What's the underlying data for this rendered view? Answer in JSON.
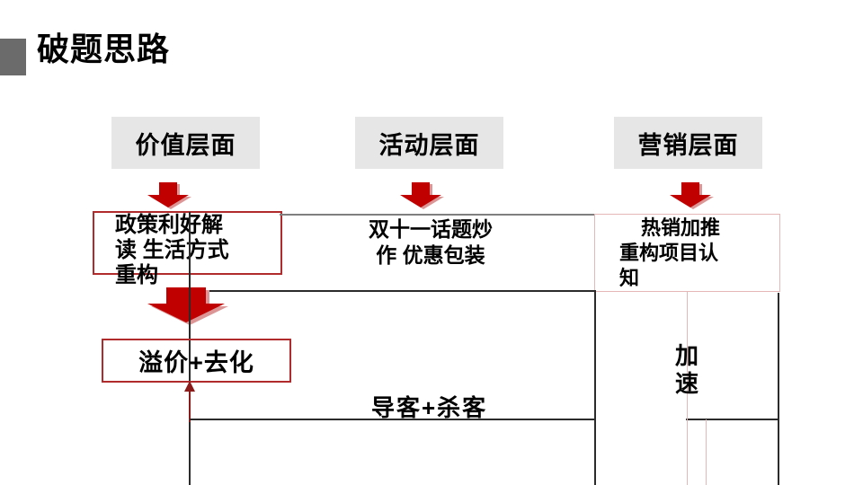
{
  "slide": {
    "title": "破题思路",
    "headers": [
      {
        "label": "价值层面"
      },
      {
        "label": "活动层面"
      },
      {
        "label": "营销层面"
      }
    ],
    "value_box": {
      "lines": [
        "政策利好解",
        "读 生活方式",
        "重构"
      ]
    },
    "activity_box": {
      "lines": [
        "双十一话题炒",
        "作 优惠包装"
      ]
    },
    "marketing_box": {
      "lines": [
        "热销加推",
        "重构项目认",
        "知"
      ]
    },
    "premium_box": {
      "label": "溢价+去化"
    },
    "funnel_label": "导客+杀客",
    "accelerate": {
      "lines": [
        "加",
        "速"
      ]
    },
    "colors": {
      "arrow_red": "#c00000",
      "arrow_shadow": "#dc9696",
      "box_border_red": "#b02b2b",
      "up_arrow_red": "#8b1a1a",
      "pink": "#e5b8b7",
      "header_bg": "#e7e6e6",
      "title_square_gray": "#6b6b6b",
      "line_gray": "#7f7f7f",
      "line_dark": "#2b2b2b"
    }
  }
}
